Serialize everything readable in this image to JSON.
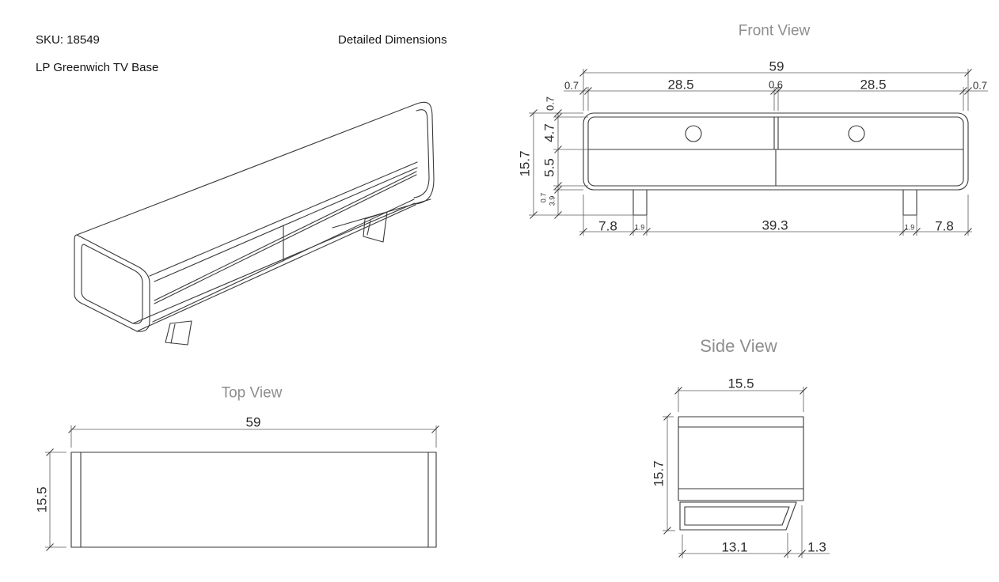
{
  "header": {
    "sku": "SKU: 18549",
    "product_name": "LP Greenwich TV Base",
    "doc_title": "Detailed Dimensions"
  },
  "colors": {
    "line": "#3a3a3a",
    "dimension_line": "#5b5b5b",
    "dimension_text": "#2d2d2d",
    "view_title_gray": "#8e8e8e"
  },
  "views": {
    "front": {
      "title": "Front View",
      "dims": {
        "total_width": "59",
        "edge_left": "0.7",
        "opening_left": "28.5",
        "center_divider": "0.6",
        "opening_right": "28.5",
        "edge_right": "0.7",
        "top_panel": "0.7",
        "shelf_height": "4.7",
        "drawer_height": "5.5",
        "bottom_panel": "0.7",
        "leg_height": "3.9",
        "total_height": "15.7",
        "leg_inset_left": "7.8",
        "leg_width_left": "1.9",
        "leg_span": "39.3",
        "leg_width_right": "1.9",
        "leg_inset_right": "7.8"
      }
    },
    "top": {
      "title": "Top View",
      "dims": {
        "width": "59",
        "depth": "15.5"
      }
    },
    "side": {
      "title": "Side View",
      "dims": {
        "depth": "15.5",
        "height": "15.7",
        "leg_run": "13.1",
        "leg_offset": "1.3"
      }
    },
    "isometric": {
      "description": "perspective line drawing of TV base"
    }
  }
}
